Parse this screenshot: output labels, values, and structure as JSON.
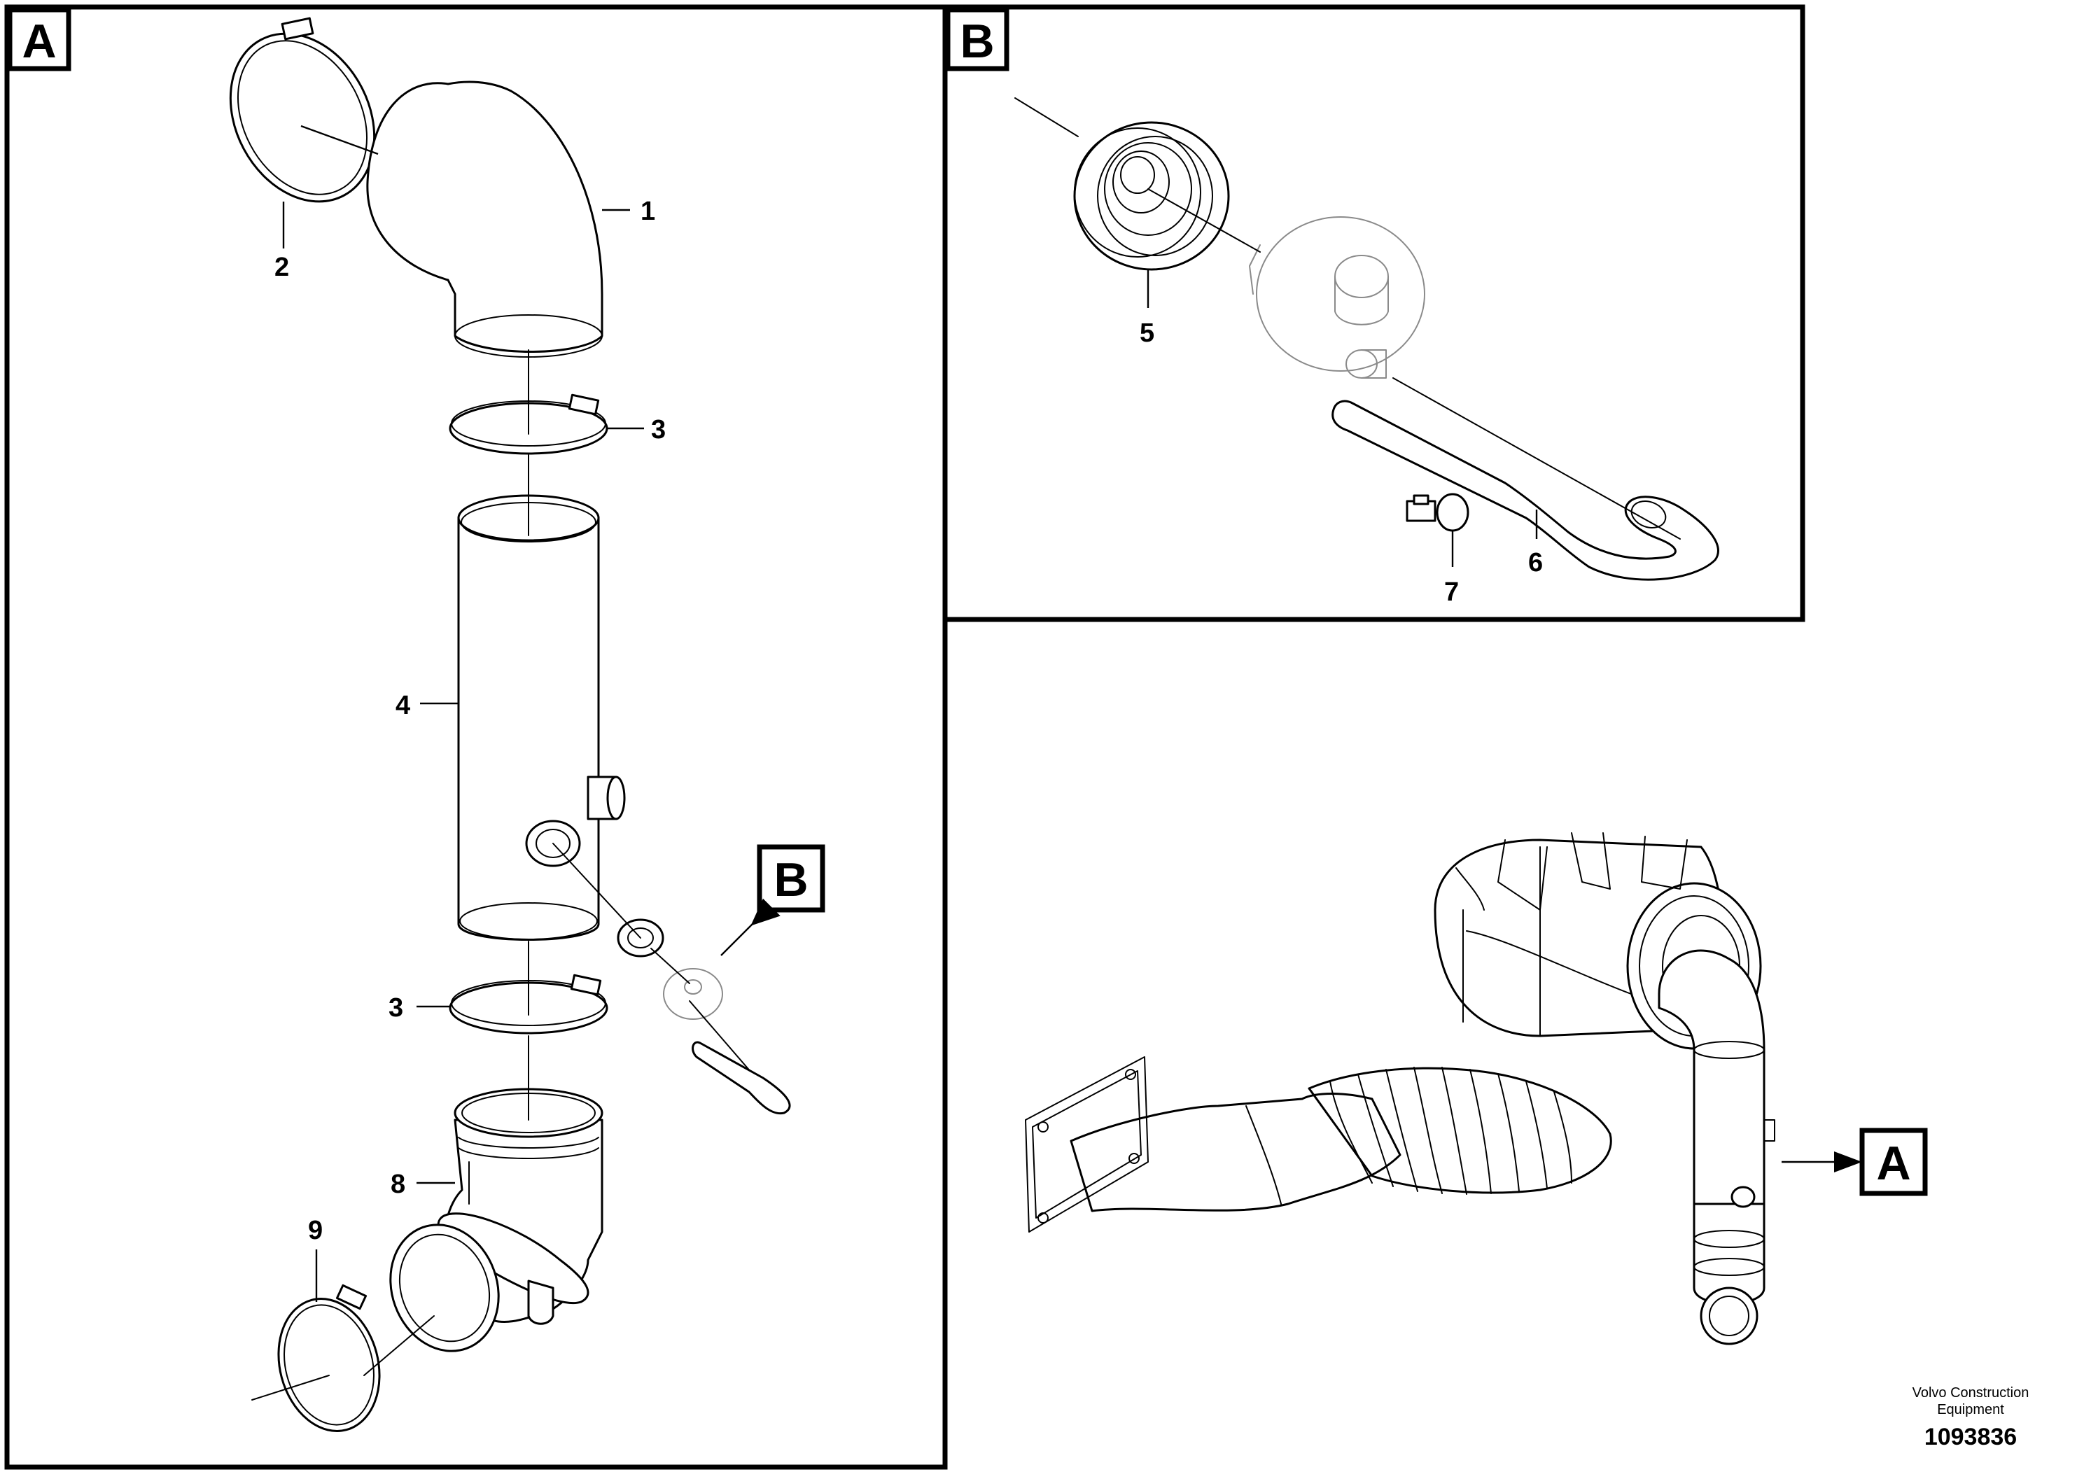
{
  "views": {
    "a": {
      "label": "A"
    },
    "b": {
      "label": "B"
    }
  },
  "callouts": {
    "view_b_marker": "B",
    "view_a_marker": "A"
  },
  "parts": [
    {
      "id": "1",
      "label": "1"
    },
    {
      "id": "2",
      "label": "2"
    },
    {
      "id": "3a",
      "label": "3"
    },
    {
      "id": "3b",
      "label": "3"
    },
    {
      "id": "4",
      "label": "4"
    },
    {
      "id": "5",
      "label": "5"
    },
    {
      "id": "6",
      "label": "6"
    },
    {
      "id": "7",
      "label": "7"
    },
    {
      "id": "8",
      "label": "8"
    },
    {
      "id": "9",
      "label": "9"
    }
  ],
  "credit": {
    "line1": "Volvo Construction",
    "line2": "Equipment",
    "doc_number": "1093836"
  }
}
